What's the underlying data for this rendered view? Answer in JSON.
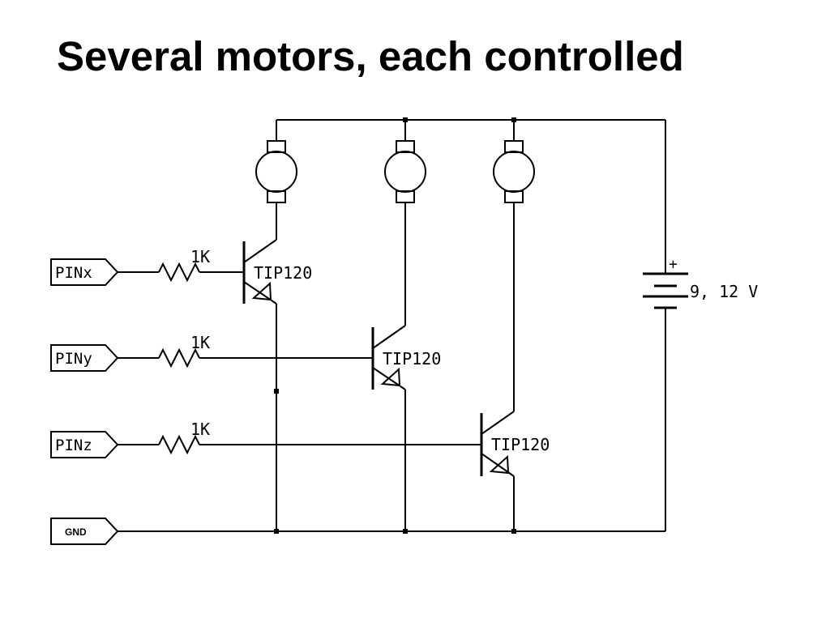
{
  "title": "Several motors, each controlled",
  "inputs": [
    {
      "label": "PINx",
      "resistor": "1K",
      "transistor": "TIP120"
    },
    {
      "label": "PINy",
      "resistor": "1K",
      "transistor": "TIP120"
    },
    {
      "label": "PINz",
      "resistor": "1K",
      "transistor": "TIP120"
    }
  ],
  "ground_label": "GND",
  "supply": {
    "polarity": "+",
    "label": "9, 12 V"
  },
  "icons": [
    "motor-icon",
    "resistor-icon",
    "npn-transistor-icon",
    "battery-icon"
  ],
  "colors": {
    "ink": "#000000",
    "background": "#ffffff"
  }
}
